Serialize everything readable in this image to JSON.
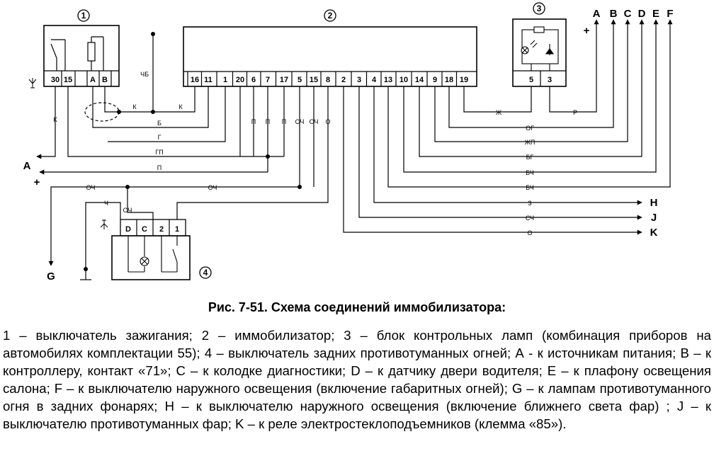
{
  "components": {
    "c1": {
      "number": "1",
      "pins": [
        "30",
        "15",
        "A",
        "B"
      ]
    },
    "c2": {
      "number": "2",
      "pins": [
        "16",
        "11",
        "1",
        "20",
        "6",
        "7",
        "17",
        "5",
        "15",
        "8",
        "2",
        "3",
        "4",
        "13",
        "10",
        "14",
        "9",
        "18",
        "19"
      ]
    },
    "c3": {
      "number": "3",
      "pins": [
        "5",
        "3"
      ]
    },
    "c4": {
      "number": "4",
      "pins": [
        "D",
        "C",
        "2",
        "1"
      ]
    }
  },
  "signals": {
    "A": "A",
    "B": "B",
    "C": "C",
    "D": "D",
    "E": "E",
    "F": "F",
    "G": "G",
    "H": "H",
    "J": "J",
    "K": "K",
    "plus_top": "+",
    "plus_left": "+"
  },
  "wires": {
    "k_c1": "К",
    "k_mid": "К",
    "k_right": "К",
    "chb": "ЧБ",
    "b": "Б",
    "g": "Г",
    "gp": "ГП",
    "p": "П",
    "p6": "П",
    "p7": "П",
    "p17": "П",
    "och5": "ОЧ",
    "och15": "ОЧ",
    "o8": "О",
    "och_left": "ОЧ",
    "och_mid": "ОЧ",
    "ch": "Ч",
    "och_sw": "ОЧ",
    "zh": "Ж",
    "r": "Р",
    "og": "ОГ",
    "zhp": "ЖП",
    "bg": "БГ",
    "bch1": "БЧ",
    "bch2": "БЧ",
    "z": "З",
    "sch": "СЧ",
    "o": "О"
  },
  "caption": "Рис. 7-51. Схема соединений иммобилизатора:",
  "legend": "1 – выключатель зажигания; 2 – иммобилизатор; 3 – блок контрольных ламп (комбинация приборов на автомобилях комплектации 55); 4 – выключатель задних противотуманных огней; А - к источникам питания; В – к контроллеру, контакт «71»; С – к колодке диагностики; D – к датчику двери водителя; Е – к плафону освещения салона; F – к выключателю наружного освещения (включение габаритных огней); G – к лампам противотуманного огня в задних фонарях; H – к выключателю наружного освещения (включение ближнего света фар) ; J – к выключателю противотуманных фар; K – к реле электростеклоподъемников (клемма «85»)."
}
